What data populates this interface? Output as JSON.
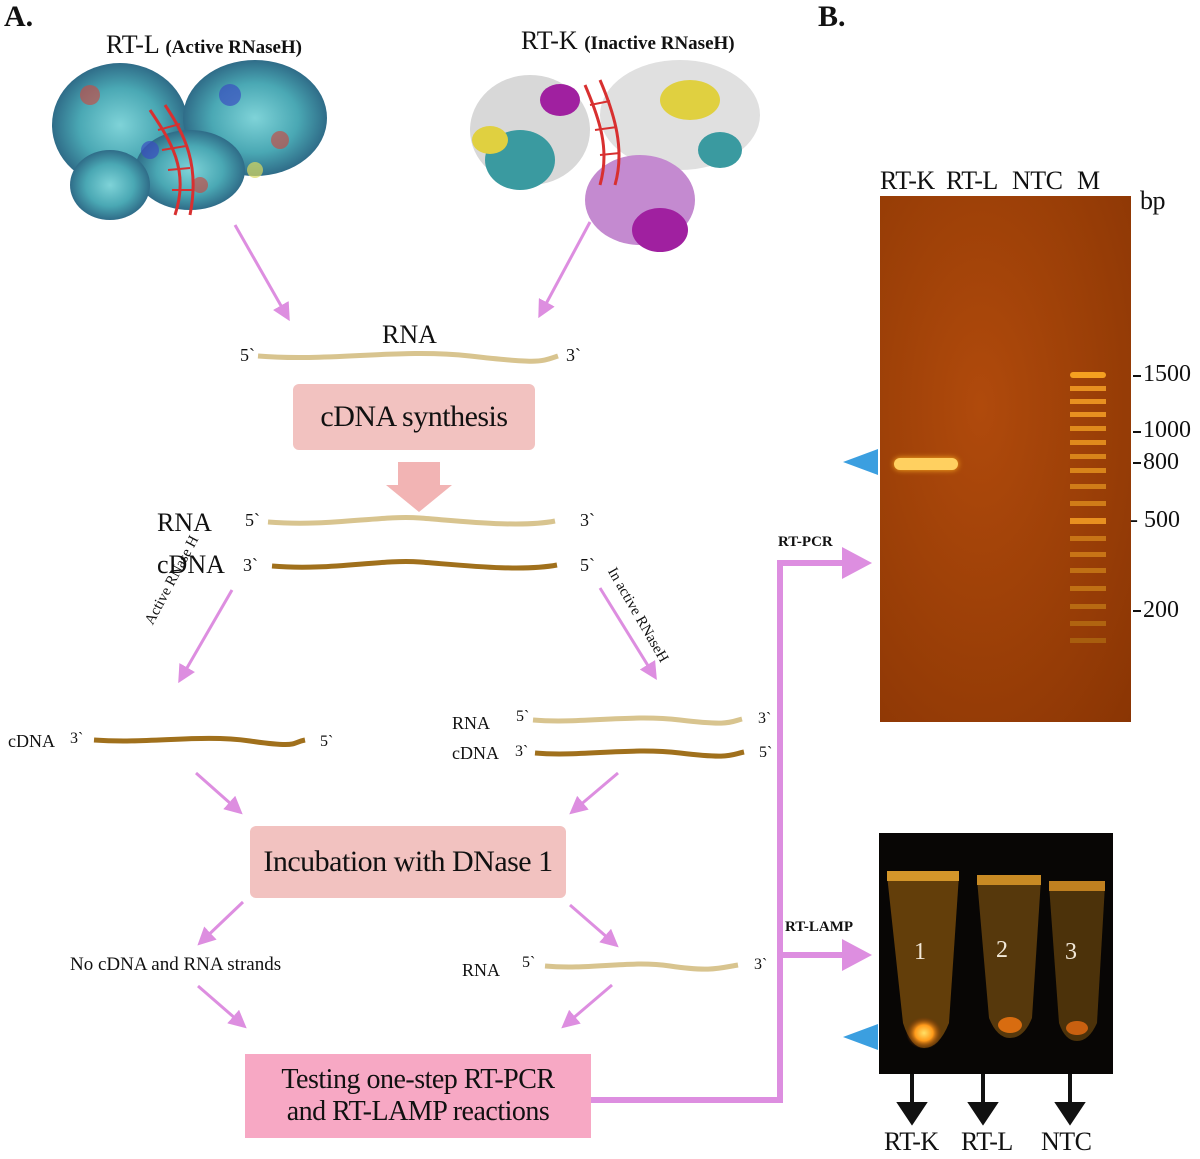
{
  "panels": {
    "a": "A.",
    "b": "B."
  },
  "proteins": {
    "left": {
      "name": "RT-L",
      "note": "(Active RNaseH)"
    },
    "right": {
      "name": "RT-K",
      "note": "(Inactive RNaseH)"
    }
  },
  "strands": {
    "top_rna": {
      "label": "RNA",
      "end5": "5`",
      "end3": "3`"
    },
    "hybrid": {
      "rna": "RNA",
      "cdna": "cDNA",
      "rna5": "5`",
      "rna3": "3`",
      "cdna3": "3`",
      "cdna5": "5`"
    },
    "left_cdna": {
      "label": "cDNA",
      "end3": "3`",
      "end5": "5`"
    },
    "right_hybrid": {
      "rna": "RNA",
      "cdna": "cDNA",
      "rna5": "5`",
      "rna3": "3`",
      "cdna3": "3`",
      "cdna5": "5`"
    },
    "final_rna": {
      "label": "RNA",
      "end5": "5`",
      "end3": "3`"
    }
  },
  "steps": {
    "cdna_synthesis": "cDNA synthesis",
    "dnase": "Incubation with DNase 1",
    "testing_line1": "Testing one-step RT-PCR",
    "testing_line2": "and RT-LAMP reactions"
  },
  "branches": {
    "active": "Active RNase H",
    "inactive": "In active RNaseH",
    "no_strands": "No cDNA and RNA strands"
  },
  "outputs": {
    "rt_pcr": "RT-PCR",
    "rt_lamp": "RT-LAMP"
  },
  "gel": {
    "lanes": [
      "RT-K",
      "RT-L",
      "NTC",
      "M"
    ],
    "unit": "bp",
    "markers": [
      "1500",
      "1000",
      "800",
      "- 500",
      "200"
    ]
  },
  "tubes": {
    "numbers": [
      "1",
      "2",
      "3"
    ],
    "labels": [
      "RT-K",
      "RT-L",
      "NTC"
    ]
  },
  "colors": {
    "arrow_pink": "#dd8ee0",
    "rna_strand": "#d8c48f",
    "cdna_strand": "#a0701c",
    "box_pink": "#f2c2c0",
    "box_final": "#f7a8c4",
    "pointer_blue": "#3b9fe0"
  }
}
